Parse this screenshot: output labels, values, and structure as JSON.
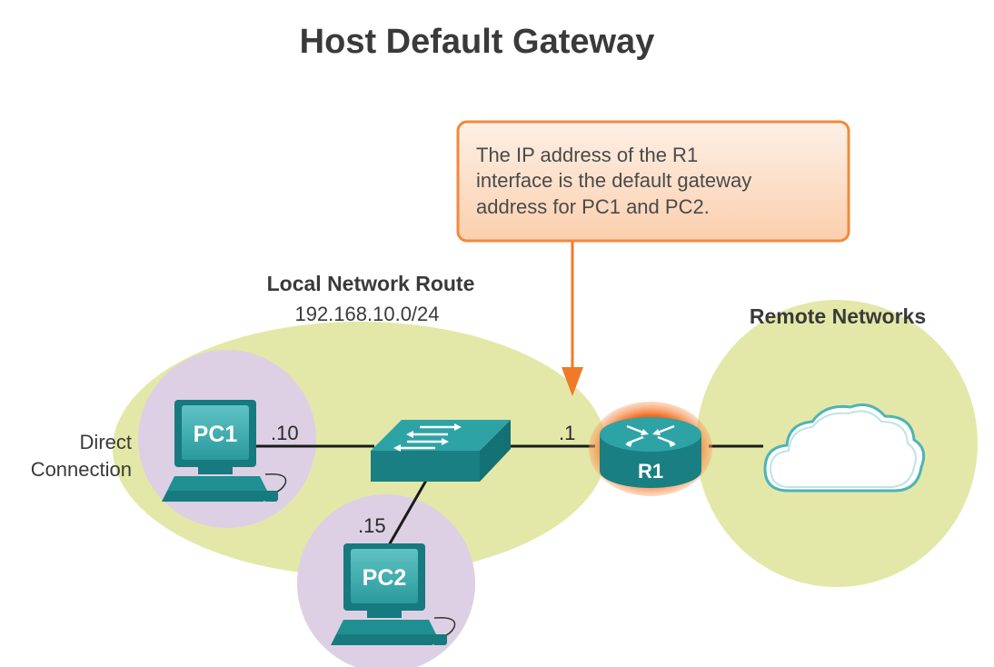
{
  "title": "Host Default Gateway",
  "callout": {
    "lines": [
      "The IP address of the R1",
      "interface is the default gateway",
      "address for PC1 and PC2."
    ]
  },
  "local_network": {
    "label": "Local Network Route",
    "subnet": "192.168.10.0/24"
  },
  "remote_network": {
    "label": "Remote Networks"
  },
  "direct_connection": {
    "lines": [
      "Direct",
      "Connection"
    ]
  },
  "devices": {
    "pc1": {
      "label": "PC1",
      "host": ".10"
    },
    "pc2": {
      "label": "PC2",
      "host": ".15"
    },
    "router": {
      "label": "R1",
      "interface": ".1"
    }
  },
  "colors": {
    "local_zone": "#e3e8a8",
    "remote_zone": "#e3e8a8",
    "host_zone": "#ddd0e4",
    "device_teal": "#1f8f92",
    "router_glow": "#f26a1b",
    "callout_border": "#f08a3c",
    "callout_fill": "#fcd7bd",
    "arrow": "#f07a2a"
  }
}
